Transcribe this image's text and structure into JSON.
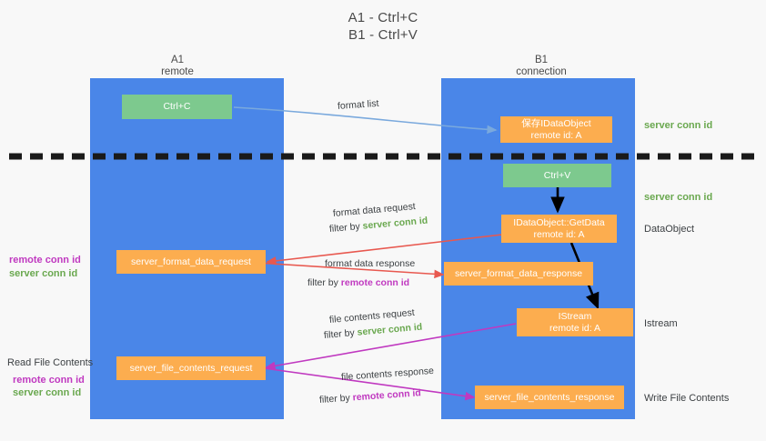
{
  "title": {
    "line1": "A1 - Ctrl+C",
    "line2": "B1 - Ctrl+V"
  },
  "columns": [
    {
      "id": "a1",
      "name": "A1",
      "sub": "remote"
    },
    {
      "id": "b1",
      "name": "B1",
      "sub": "connection"
    }
  ],
  "boxes": {
    "ctrl_c": {
      "label": "Ctrl+C",
      "color": "#7dc98e"
    },
    "ctrl_v": {
      "label": "Ctrl+V",
      "color": "#7dc98e"
    },
    "save_idataobject": {
      "line1": "保存IDataObject",
      "line2": "remote id: A",
      "color": "#fcad4f"
    },
    "getdata": {
      "line1": "IDataObject::GetData",
      "line2": "remote id: A",
      "color": "#fcad4f"
    },
    "istream": {
      "line1": "IStream",
      "line2": "remote id: A",
      "color": "#fcad4f"
    },
    "server_format_data_request": {
      "label": "server_format_data_request",
      "color": "#fcad4f"
    },
    "server_format_data_response": {
      "label": "server_format_data_response",
      "color": "#fcad4f"
    },
    "server_file_contents_request": {
      "label": "server_file_contents_request",
      "color": "#fcad4f"
    },
    "server_file_contents_response": {
      "label": "server_file_contents_response",
      "color": "#fcad4f"
    }
  },
  "right_labels": {
    "server_conn_id_top": "server conn id",
    "server_conn_id_mid": "server conn id",
    "dataobject": "DataObject",
    "istream": "Istream",
    "write_file_contents": "Write File Contents"
  },
  "left_labels": {
    "remote_conn_id_1": "remote conn id",
    "server_conn_id_1": "server conn id",
    "read_file_contents": "Read File Contents",
    "remote_conn_id_2": "remote conn id",
    "server_conn_id_2": "server conn id"
  },
  "edges": {
    "format_list": {
      "caption": "format list"
    },
    "format_data_request": {
      "caption": "format data request",
      "filter_prefix": "filter by ",
      "filter_value": "server conn id",
      "filter_color": "#6aa84f"
    },
    "format_data_response": {
      "caption": "format data response",
      "filter_prefix": "filter by ",
      "filter_value": "remote conn id",
      "filter_color": "#c039c0"
    },
    "file_contents_request": {
      "caption": "file contents request",
      "filter_prefix": "filter by ",
      "filter_value": "server conn id",
      "filter_color": "#6aa84f"
    },
    "file_contents_response": {
      "caption": "file contents response",
      "filter_prefix": "filter by ",
      "filter_value": "remote conn id",
      "filter_color": "#c039c0"
    }
  },
  "colors": {
    "lane": "#4a86e8",
    "green_box": "#7dc98e",
    "orange_box": "#fcad4f",
    "green_text": "#6aa84f",
    "magenta_text": "#c039c0",
    "red_arrow": "#e8584f",
    "blue_arrow": "#7aa9dd",
    "black_arrow": "#000000",
    "magenta_arrow": "#c039c0",
    "background": "#f8f8f8"
  }
}
